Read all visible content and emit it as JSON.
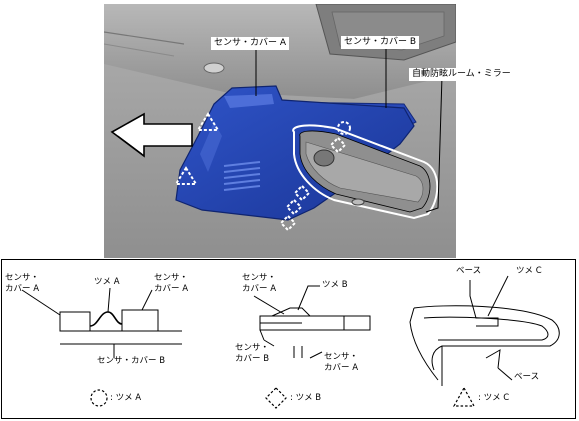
{
  "photo_callouts": {
    "cover_a": "センサ・カバー A",
    "cover_b": "センサ・カバー B",
    "mirror": "自動防眩ルーム・ミラー"
  },
  "detail1": {
    "cover_a_left_1": "センサ・",
    "cover_a_left_2": "カバー A",
    "claw_a": "ツメ A",
    "cover_a_right_1": "センサ・",
    "cover_a_right_2": "カバー A",
    "cover_b": "センサ・カバー B"
  },
  "detail2": {
    "cover_a_top_1": "センサ・",
    "cover_a_top_2": "カバー A",
    "claw_b": "ツメ B",
    "cover_b_1": "センサ・",
    "cover_b_2": "カバー B",
    "cover_a_bottom_1": "センサ・",
    "cover_a_bottom_2": "カバー A"
  },
  "detail3": {
    "base_top": "ベース",
    "claw_c": "ツメ C",
    "base_bottom": "ベース"
  },
  "legend": {
    "claw_a": ": ツメ A",
    "claw_b": ": ツメ B",
    "claw_c": ": ツメ C"
  }
}
